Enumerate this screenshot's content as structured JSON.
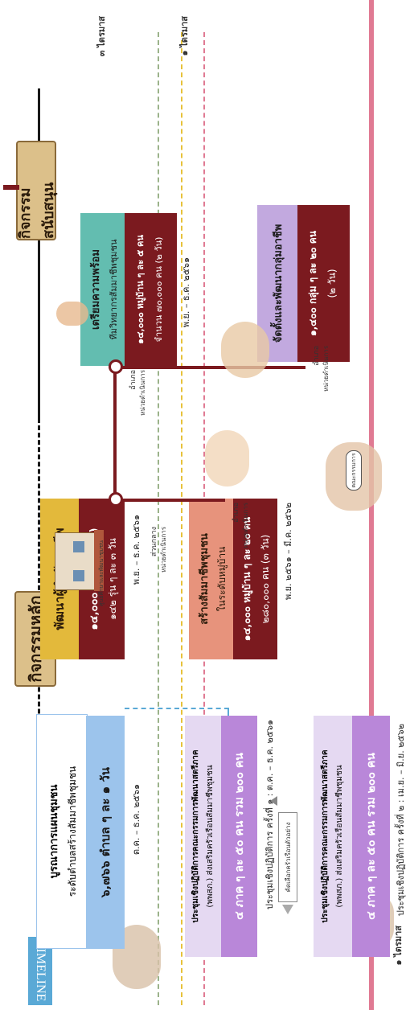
{
  "timeline_label": "TIMELINE",
  "phases": [
    "๑ ไตรมาส",
    "๑ ไตรมาส",
    "๓ ไตรมาส"
  ],
  "main_activities": {
    "title": "กิจกรรมหลัก",
    "building_caption": "ศูนย์ศึกษาและพัฒนาชุมชน",
    "unit_labels": [
      "หน่วยดำเนินการ",
      "ส่วนกลาง",
      "อำเภอ",
      "หน่วยดำเนินการ",
      "อำเภอ",
      "หน่วยดำเนินการ",
      "อำเภอ",
      "หน่วยดำเนินการ"
    ],
    "box1": {
      "title": "พัฒนาผู้นำสัมมาชีพ",
      "detail": "๑๔,๐๐๐ หมู่บ้าน (คน)",
      "detail2": "๑๔๒ รุ่น ๆ ละ ๓ วัน",
      "date": "พ.ย. – ธ.ค. ๒๕๖๑"
    },
    "box2": {
      "title1": "เตรียมความพร้อม",
      "title2": "ทีมวิทยากรสัมมาชีพชุมชน",
      "detail": "๑๔,๐๐๐ หมู่บ้าน ๆ ละ ๕ คน",
      "detail2": "จำนวน ๗๐,๐๐๐ คน (๒ วัน)",
      "date": "พ.ย. – ธ.ค. ๒๕๖๑"
    },
    "box3": {
      "title1": "สร้างสัมมาชีพชุมชน",
      "title2": "ในระดับหมู่บ้าน",
      "detail": "๑๔,๐๐๐ หมู่บ้าน ๆ ละ ๒๐ คน",
      "detail2": "๒๘๐,๐๐๐ คน (๓ วัน)",
      "date": "พ.ย. ๒๕๖๑ – มี.ค. ๒๕๖๒"
    },
    "box4": {
      "title": "จัดตั้งและพัฒนากลุ่มอาชีพ",
      "detail": "๑,๔๐๐ กลุ่ม ๆ ละ ๒๐ คน",
      "detail2": "(๒ วัน)"
    },
    "speech_bubble": "คณะกรรมการ"
  },
  "support_activities": {
    "title": "กิจกรรมสนับสนุน",
    "box1": {
      "title1": "บูรณาการแผนชุมชน",
      "title2": "ระดับตำบลสร้างสัมมาชีพชุมชน",
      "detail": "๖,๗๖๖ ตำบล ๆ ละ ๑ วัน",
      "date": "ต.ค. – ธ.ค. ๒๕๖๑"
    },
    "meeting1": {
      "line1": "ประชุมเชิงปฏิบัติการคณะกรรมการพัฒนาสตรีภาค",
      "line2": "(พพสภ.) ส่งเสริมครัวเรือนสัมมาชีพชุมชน",
      "detail": "๔ ภาค ๆ ละ ๕๐ คน รวม ๒๐๐ คน",
      "date": "ประชุมเชิงปฏิบัติการ ครั้งที่ ๑ : ต.ค. – ธ.ค. ๒๕๖๑"
    },
    "model_household": "คัดเลือกครัวเรือนตัวอย่าง",
    "meeting2": {
      "line1": "ประชุมเชิงปฏิบัติการคณะกรรมการพัฒนาสตรีภาค",
      "line2": "(พพสภ.) ส่งเสริมครัวเรือนสัมมาชีพชุมชน",
      "detail": "๔ ภาค ๆ ละ ๕๐ คน รวม ๒๐๐ คน",
      "date": "ประชุมเชิงปฏิบัติการ ครั้งที่ ๒ : เม.ย. – มิ.ย. ๒๕๖๒"
    }
  },
  "colors": {
    "maroon": "#7b1a1f",
    "gold": "#e3b93b",
    "teal": "#63bdb0",
    "salmon": "#e7937c",
    "lavender": "#c2a9df",
    "blue": "#9cc4ec",
    "purple": "#b987d9",
    "light_purple": "#e5d9f2",
    "tan": "#dcc08a",
    "timeline_blue": "#5aa9d6",
    "pink": "#e07a93",
    "yellow": "#e7c23a",
    "green": "#9bb38a"
  }
}
